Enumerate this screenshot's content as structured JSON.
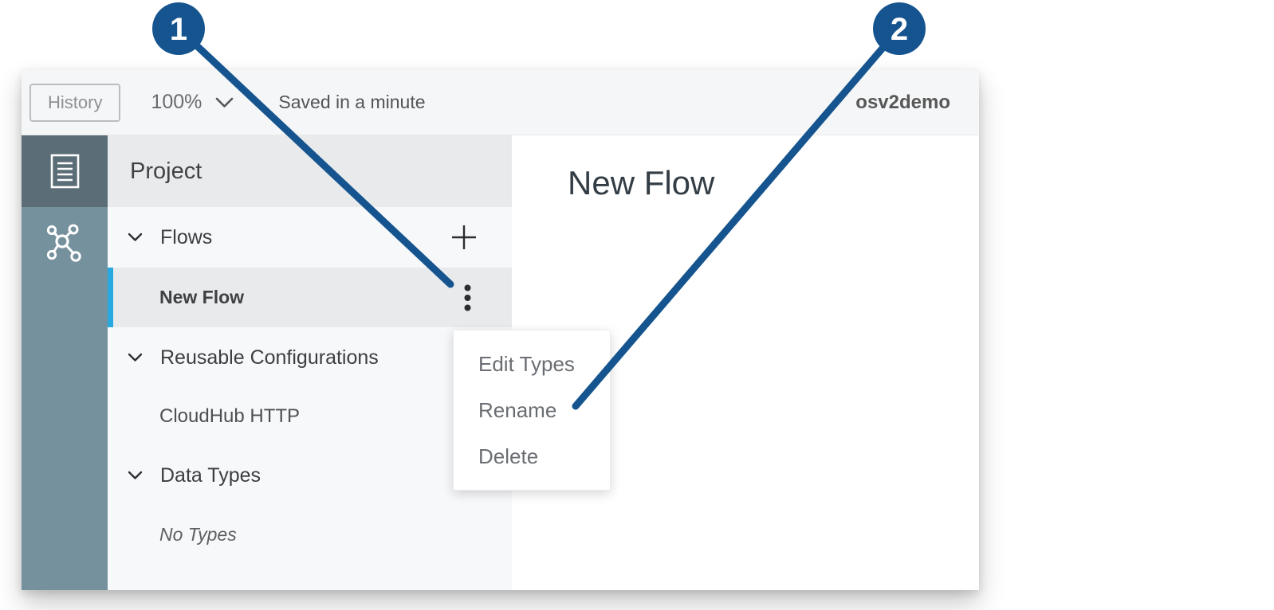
{
  "toolbar": {
    "history_label": "History",
    "zoom_level": "100%",
    "save_status": "Saved in a minute",
    "project_name": "osv2demo"
  },
  "project_panel": {
    "title": "Project",
    "sections": {
      "flows": {
        "label": "Flows",
        "item_label": "New Flow"
      },
      "reusable": {
        "label": "Reusable Configurations",
        "item_label": "CloudHub HTTP"
      },
      "data_types": {
        "label": "Data Types",
        "empty_label": "No Types"
      }
    }
  },
  "context_menu": {
    "items": [
      {
        "label": "Edit Types"
      },
      {
        "label": "Rename"
      },
      {
        "label": "Delete"
      }
    ]
  },
  "canvas": {
    "title": "New Flow"
  },
  "callouts": {
    "one": {
      "label": "1",
      "target": "flow-kebab-menu"
    },
    "two": {
      "label": "2",
      "target": "rename-menu-item"
    }
  },
  "colors": {
    "callout_blue": "#15548f",
    "selection_cyan": "#28a9e0",
    "sidebar_active": "#5b6d77",
    "sidebar": "#75919d"
  }
}
